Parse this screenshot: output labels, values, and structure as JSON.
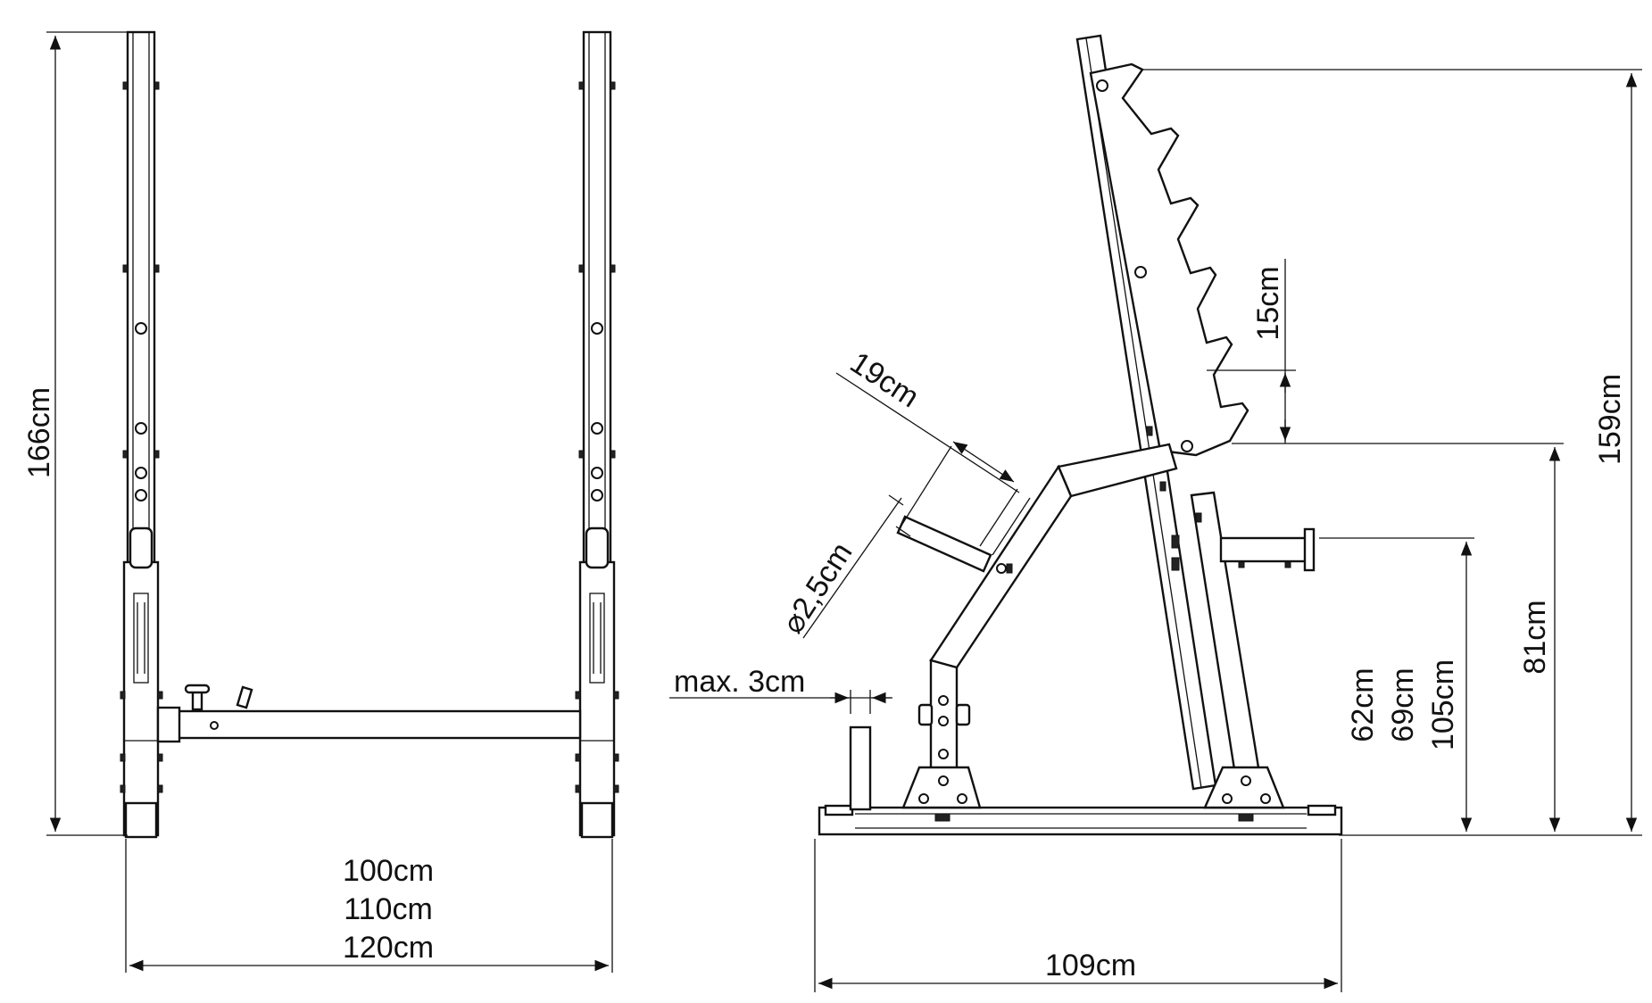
{
  "dimensions": {
    "total_height": "166cm",
    "widths": [
      "100cm",
      "110cm",
      "120cm"
    ],
    "depth": "109cm",
    "side_height": "159cm",
    "hook_spacing": "15cm",
    "arm_length": "19cm",
    "arm_diameter": "⌀2,5cm",
    "gap": "max. 3cm",
    "top_hook_height": "81cm",
    "safety_heights": [
      "62cm",
      "69cm",
      "105cm"
    ]
  },
  "colors": {
    "line": "#111111",
    "background": "#ffffff"
  }
}
